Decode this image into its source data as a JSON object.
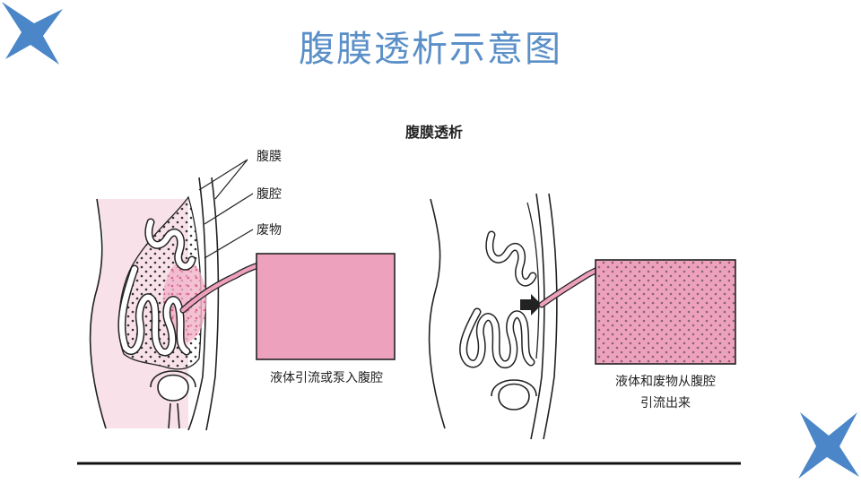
{
  "title": "腹膜透析示意图",
  "diagram": {
    "heading": "腹膜透析",
    "labels": {
      "peritoneum": "腹膜",
      "peritoneal_cavity": "腹腔",
      "waste": "废物"
    },
    "left_caption": "液体引流或泵入腹腔",
    "right_caption_line1": "液体和废物从腹腔",
    "right_caption_line2": "引流出来"
  },
  "colors": {
    "title": "#5a8fc8",
    "star": "#4a86c8",
    "pink_bag": "#eea1bd",
    "pink_light": "#f8e1e8"
  }
}
